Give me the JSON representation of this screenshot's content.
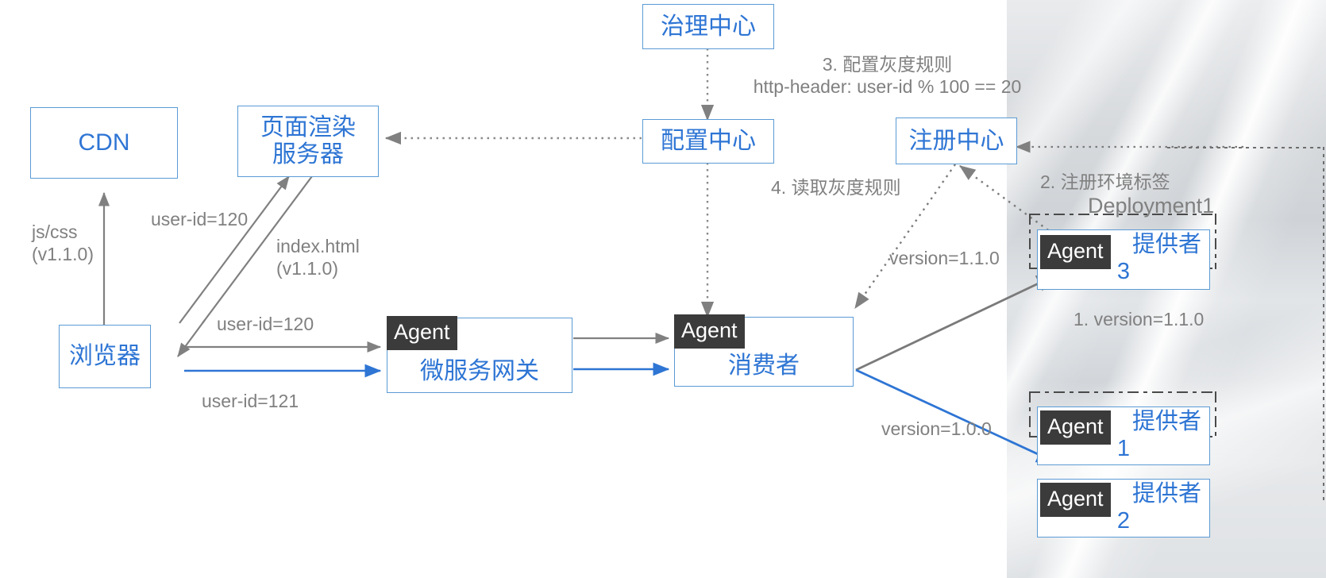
{
  "diagram": {
    "title": "Microservice gray release / canary routing architecture",
    "colors": {
      "node_border": "#5B9BD5",
      "node_text": "#2E75D4",
      "agent_badge_bg": "#3B3B3B",
      "agent_badge_text": "#FFFFFF",
      "gray_arrow": "#808080",
      "blue_arrow": "#2E75D4",
      "annotation_text": "#808080",
      "dashdot_border": "#4A4A4A",
      "panel_bg": "#D7DADD"
    }
  },
  "nodes": {
    "cdn": {
      "label": "CDN"
    },
    "page_render_server": {
      "label": "页面渲染\n服务器"
    },
    "browser": {
      "label": "浏览器"
    },
    "governance_center": {
      "label": "治理中心"
    },
    "config_center": {
      "label": "配置中心"
    },
    "registry_center": {
      "label": "注册中心"
    },
    "gateway": {
      "label": "微服务网关",
      "agent": "Agent"
    },
    "consumer": {
      "label": "消费者",
      "agent": "Agent"
    },
    "provider3": {
      "label": "提供者",
      "number": "3",
      "agent": "Agent"
    },
    "provider1": {
      "label": "提供者",
      "number": "1",
      "agent": "Agent"
    },
    "provider2": {
      "label": "提供者",
      "number": "2",
      "agent": "Agent"
    }
  },
  "annotations": {
    "jscss": "js/css\n(v1.1.0)",
    "user_id_120_diag": "user-id=120",
    "index_html": "index.html\n(v1.1.0)",
    "user_id_120": "user-id=120",
    "user_id_121": "user-id=121",
    "step3": "3. 配置灰度规则\nhttp-header: user-id % 100 == 20",
    "step4": "4. 读取灰度规则",
    "step2": "2. 注册环境标签",
    "deployment1": "Deployment1",
    "step1": "1. version=1.1.0",
    "version_110": "version=1.1.0",
    "version_100": "version=1.0.0"
  }
}
